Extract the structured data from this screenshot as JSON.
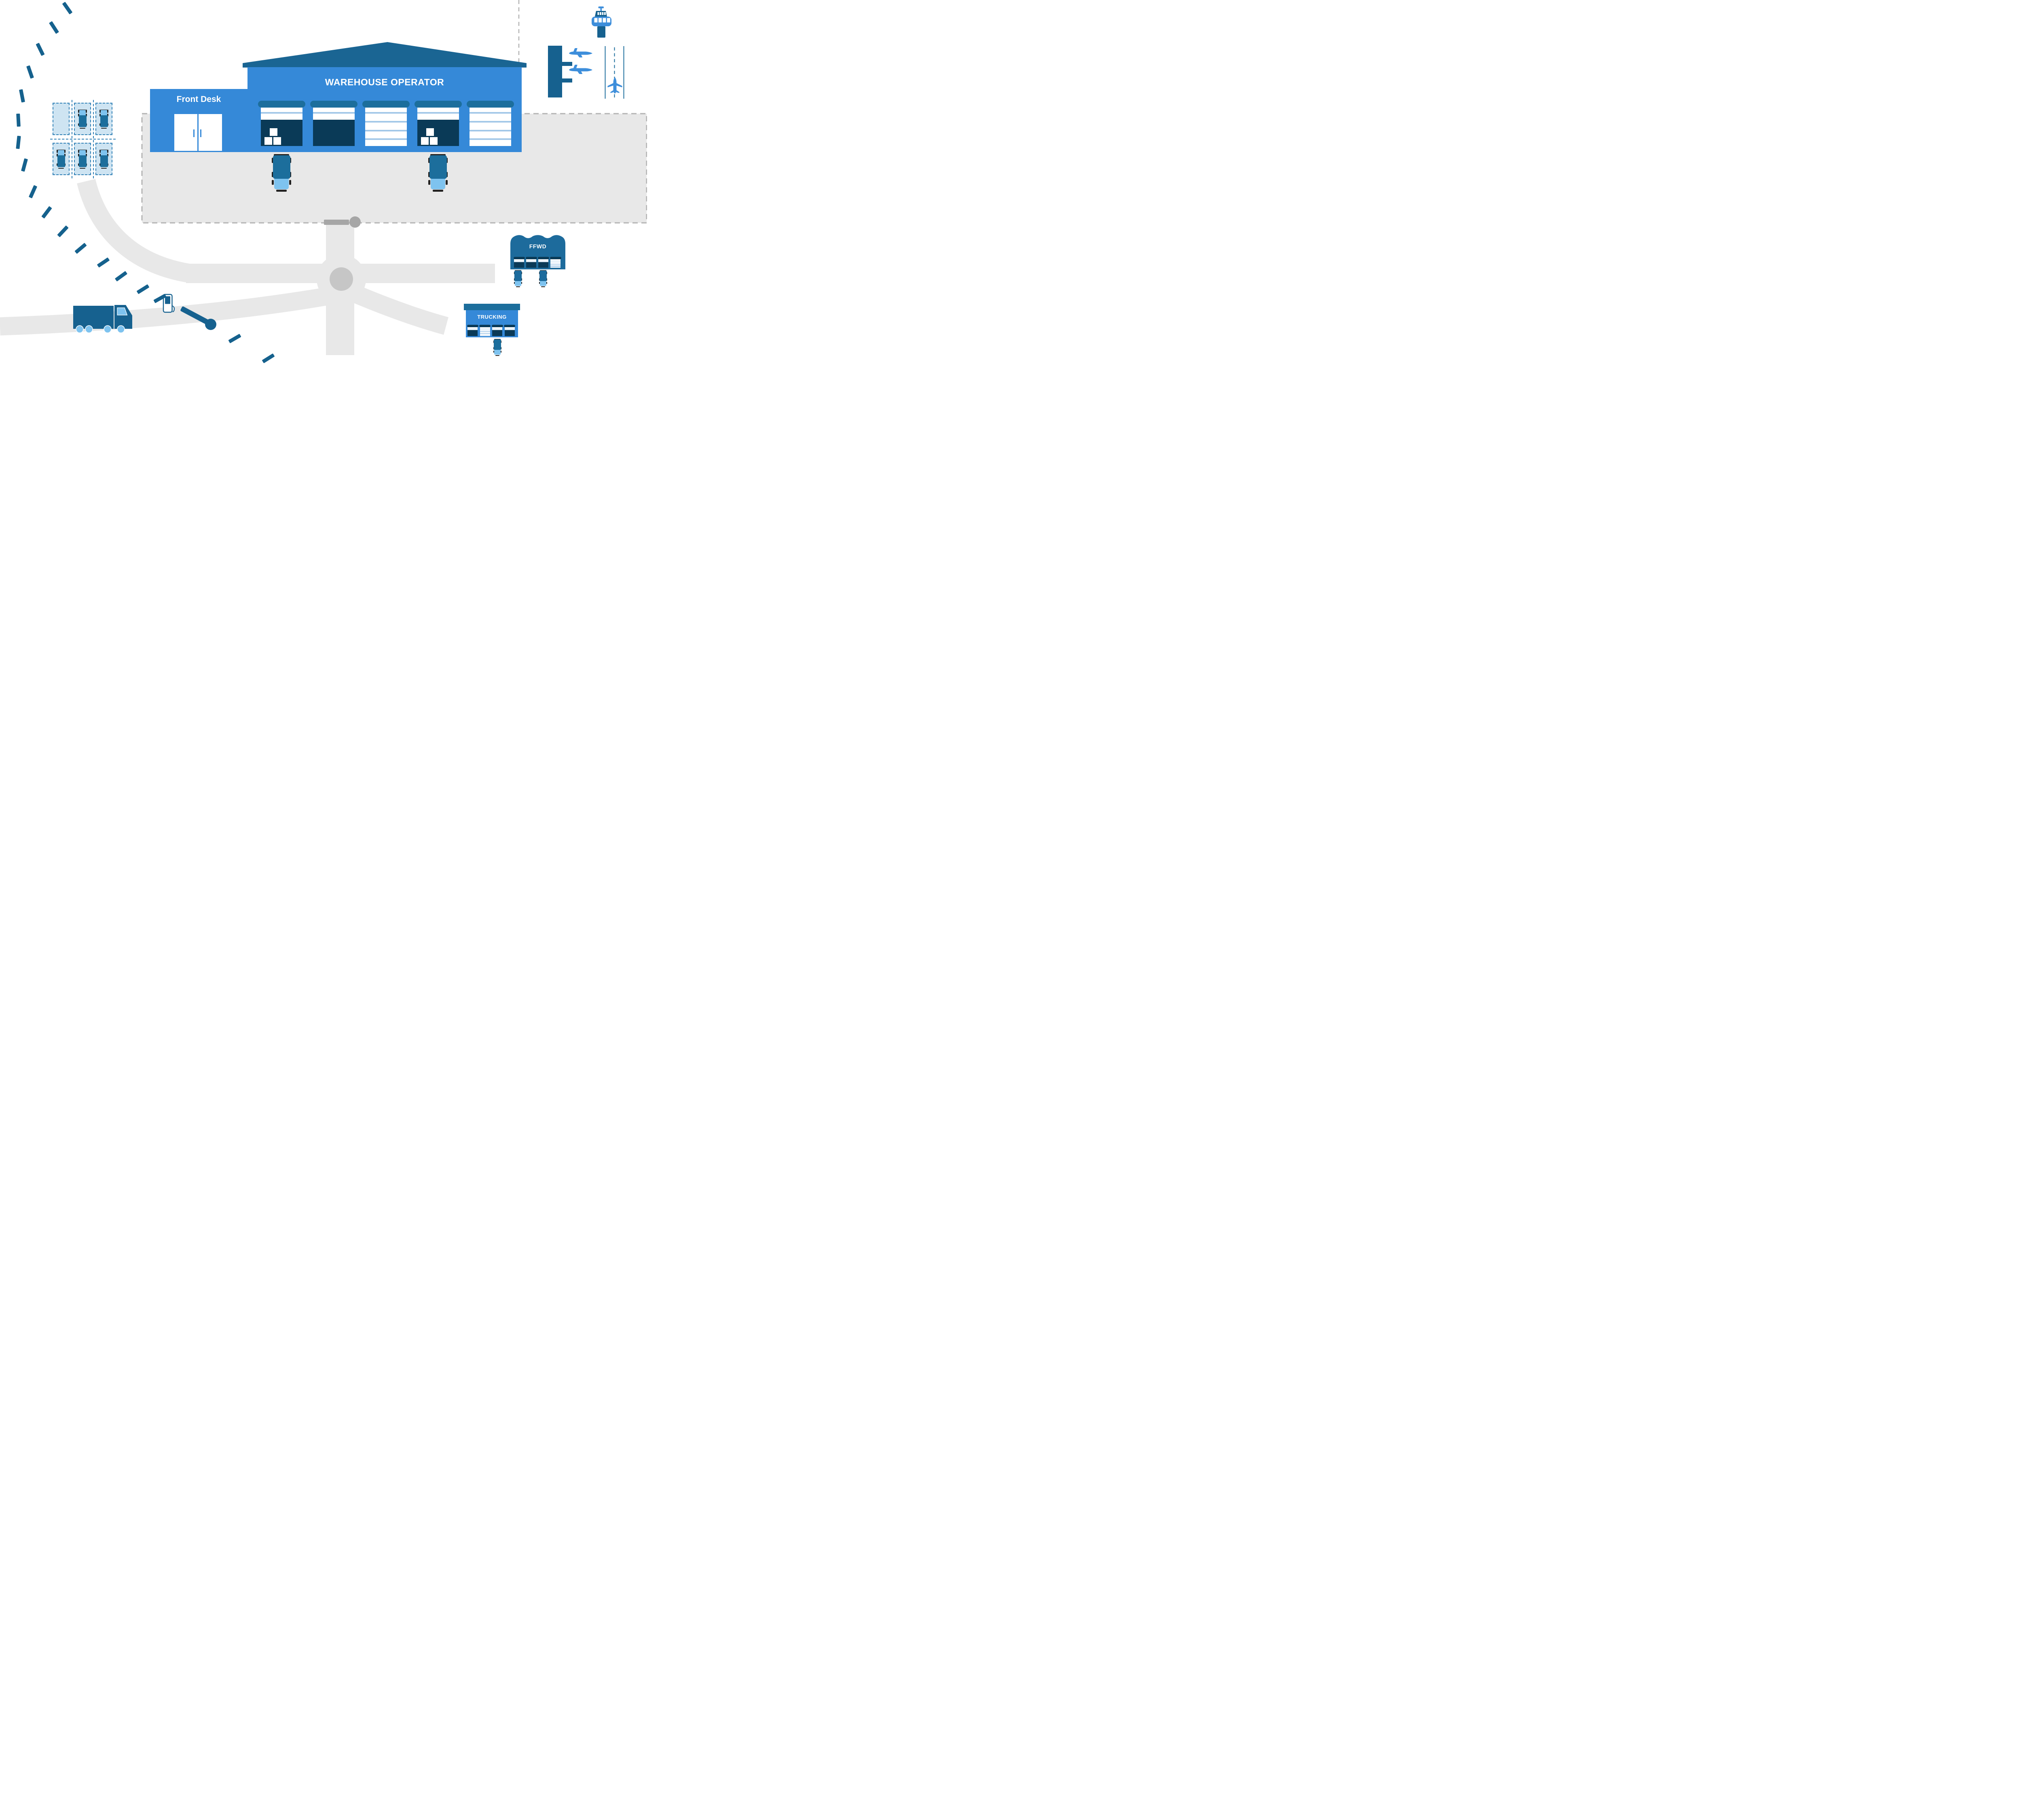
{
  "colors": {
    "building_blue": "#3589D8",
    "dark_teal": "#16618F",
    "roof_teal": "#1A6593",
    "pill_teal": "#1C6E9C",
    "ffwd_teal": "#1D6B9C",
    "navy": "#0A3A57",
    "cab_light_blue": "#7EC3EF",
    "plane_blue": "#3D8EDB",
    "stripe_blue": "#A3C8E8",
    "parking_spot_fill": "#CEE4F2",
    "parking_dash_blue": "#2E7FB5",
    "yard_gray": "#E8E8E8",
    "yard_border_gray": "#B3B3B3",
    "roundabout_center_gray": "#C6C6C6",
    "gate_gray": "#A6A6A6",
    "wheel_black": "#222222",
    "white": "#FFFFFF"
  },
  "warehouse": {
    "title": "WAREHOUSE OPERATOR",
    "front_desk_label": "Front Desk",
    "docks": [
      {
        "status": "open-boxes"
      },
      {
        "status": "open"
      },
      {
        "status": "closed"
      },
      {
        "status": "open-boxes"
      },
      {
        "status": "closed"
      }
    ],
    "trucks_at_dock_indexes": [
      0,
      3
    ]
  },
  "parking": {
    "spots": [
      {
        "occupied": false
      },
      {
        "occupied": true
      },
      {
        "occupied": true
      },
      {
        "occupied": true
      },
      {
        "occupied": true
      },
      {
        "occupied": true
      }
    ]
  },
  "ffwd": {
    "label": "FFWD",
    "docks": [
      {
        "status": "open"
      },
      {
        "status": "open"
      },
      {
        "status": "open"
      },
      {
        "status": "closed"
      }
    ],
    "truck_xs": [
      1281,
      1343
    ]
  },
  "trucking": {
    "label": "TRUCKING",
    "docks": [
      {
        "status": "open"
      },
      {
        "status": "closed"
      },
      {
        "status": "open"
      },
      {
        "status": "open"
      }
    ],
    "truck_xs": [
      1230
    ]
  },
  "airport": {
    "icons": [
      "control-tower-icon",
      "terminal-icon",
      "airplane-side-icon",
      "airplane-side-icon",
      "runway-icon",
      "airplane-top-icon"
    ],
    "planes_at_gates": 2
  },
  "poi": {
    "fuel_pump": "fuel-pump-icon",
    "boom_barrier": "barrier-icon",
    "delivery_truck": "truck-side-icon",
    "entrance_gate": "gate-icon"
  },
  "route": {
    "dashes": [
      [
        166,
        20,
        -35
      ],
      [
        133,
        68,
        -33
      ],
      [
        99,
        122,
        -26
      ],
      [
        74,
        178,
        -19
      ],
      [
        54,
        237,
        -11
      ],
      [
        45,
        297,
        -3
      ],
      [
        45,
        352,
        6
      ],
      [
        60,
        408,
        15
      ],
      [
        81,
        474,
        24
      ],
      [
        115,
        525,
        37
      ],
      [
        155,
        572,
        43
      ],
      [
        199,
        614,
        50
      ],
      [
        255,
        649,
        56
      ],
      [
        299,
        683,
        54
      ],
      [
        353,
        715,
        58
      ],
      [
        395,
        738,
        61
      ],
      [
        580,
        837,
        60
      ],
      [
        663,
        886,
        58
      ]
    ]
  }
}
